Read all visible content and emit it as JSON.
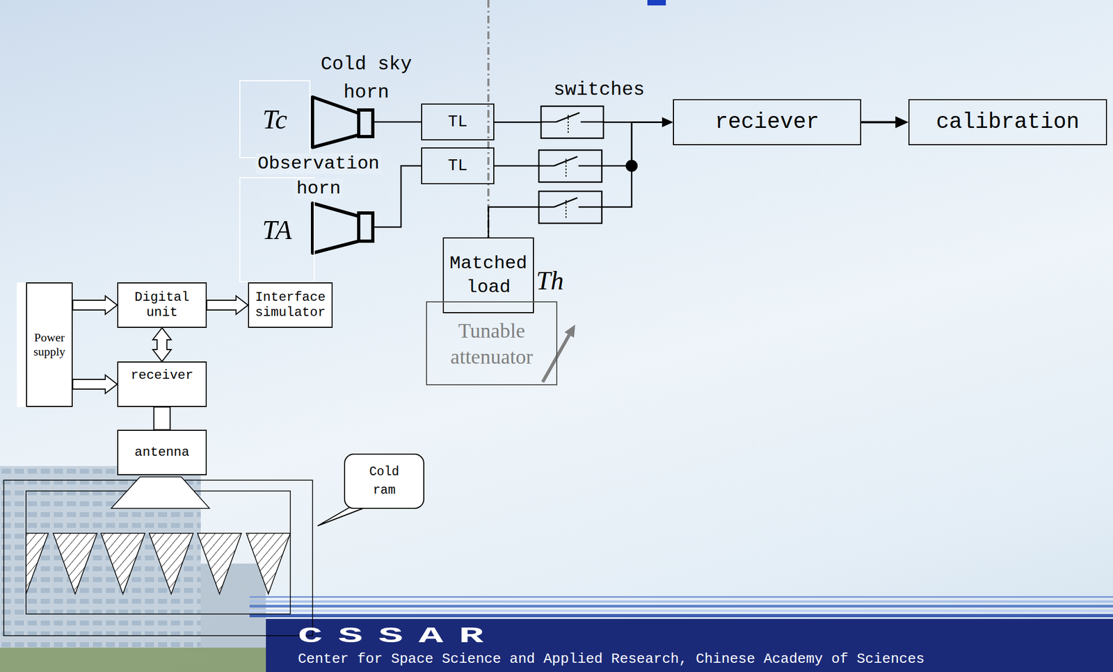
{
  "diagram": {
    "nodes": [
      {
        "text": [
          "Tc"
        ]
      },
      {
        "text": [
          "TL"
        ]
      },
      {
        "text": [
          "reciever"
        ]
      },
      {
        "text": [
          "calibration"
        ]
      },
      {
        "text": [
          "TL"
        ]
      },
      {
        "text": [
          "TA"
        ]
      },
      {
        "text": [
          "Matched load"
        ]
      },
      {
        "text": [
          "Tunable attenuator"
        ]
      },
      {
        "text": [
          "Power supply"
        ]
      },
      {
        "text": [
          "Digital unit"
        ]
      },
      {
        "text": [
          "Interface simulator"
        ]
      },
      {
        "text": [
          "receiver"
        ]
      },
      {
        "text": [
          "antenna"
        ]
      },
      {
        "text": [
          "Cold ram"
        ]
      }
    ],
    "edges": [
      {
        "from": 1,
        "to": 2,
        "arrow": "to"
      },
      {
        "from": 4,
        "to": 2,
        "arrow": "to"
      },
      {
        "from": 6,
        "to": 2,
        "arrow": "to"
      },
      {
        "from": 2,
        "to": 3,
        "arrow": "to"
      },
      {
        "from": 8,
        "to": 9,
        "arrow": "to"
      },
      {
        "from": 8,
        "to": 11,
        "arrow": "to"
      },
      {
        "from": 9,
        "to": 10,
        "arrow": "to"
      },
      {
        "from": 9,
        "to": 11,
        "arrow": "both"
      },
      {
        "from": 11,
        "to": 12,
        "arrow": "none"
      }
    ],
    "labels": [
      "Cold sky horn",
      "Observation horn",
      "switches",
      "Th",
      "CSSAR",
      "Center for Space Science and Applied Research, Chinese Academy of Sciences"
    ]
  }
}
